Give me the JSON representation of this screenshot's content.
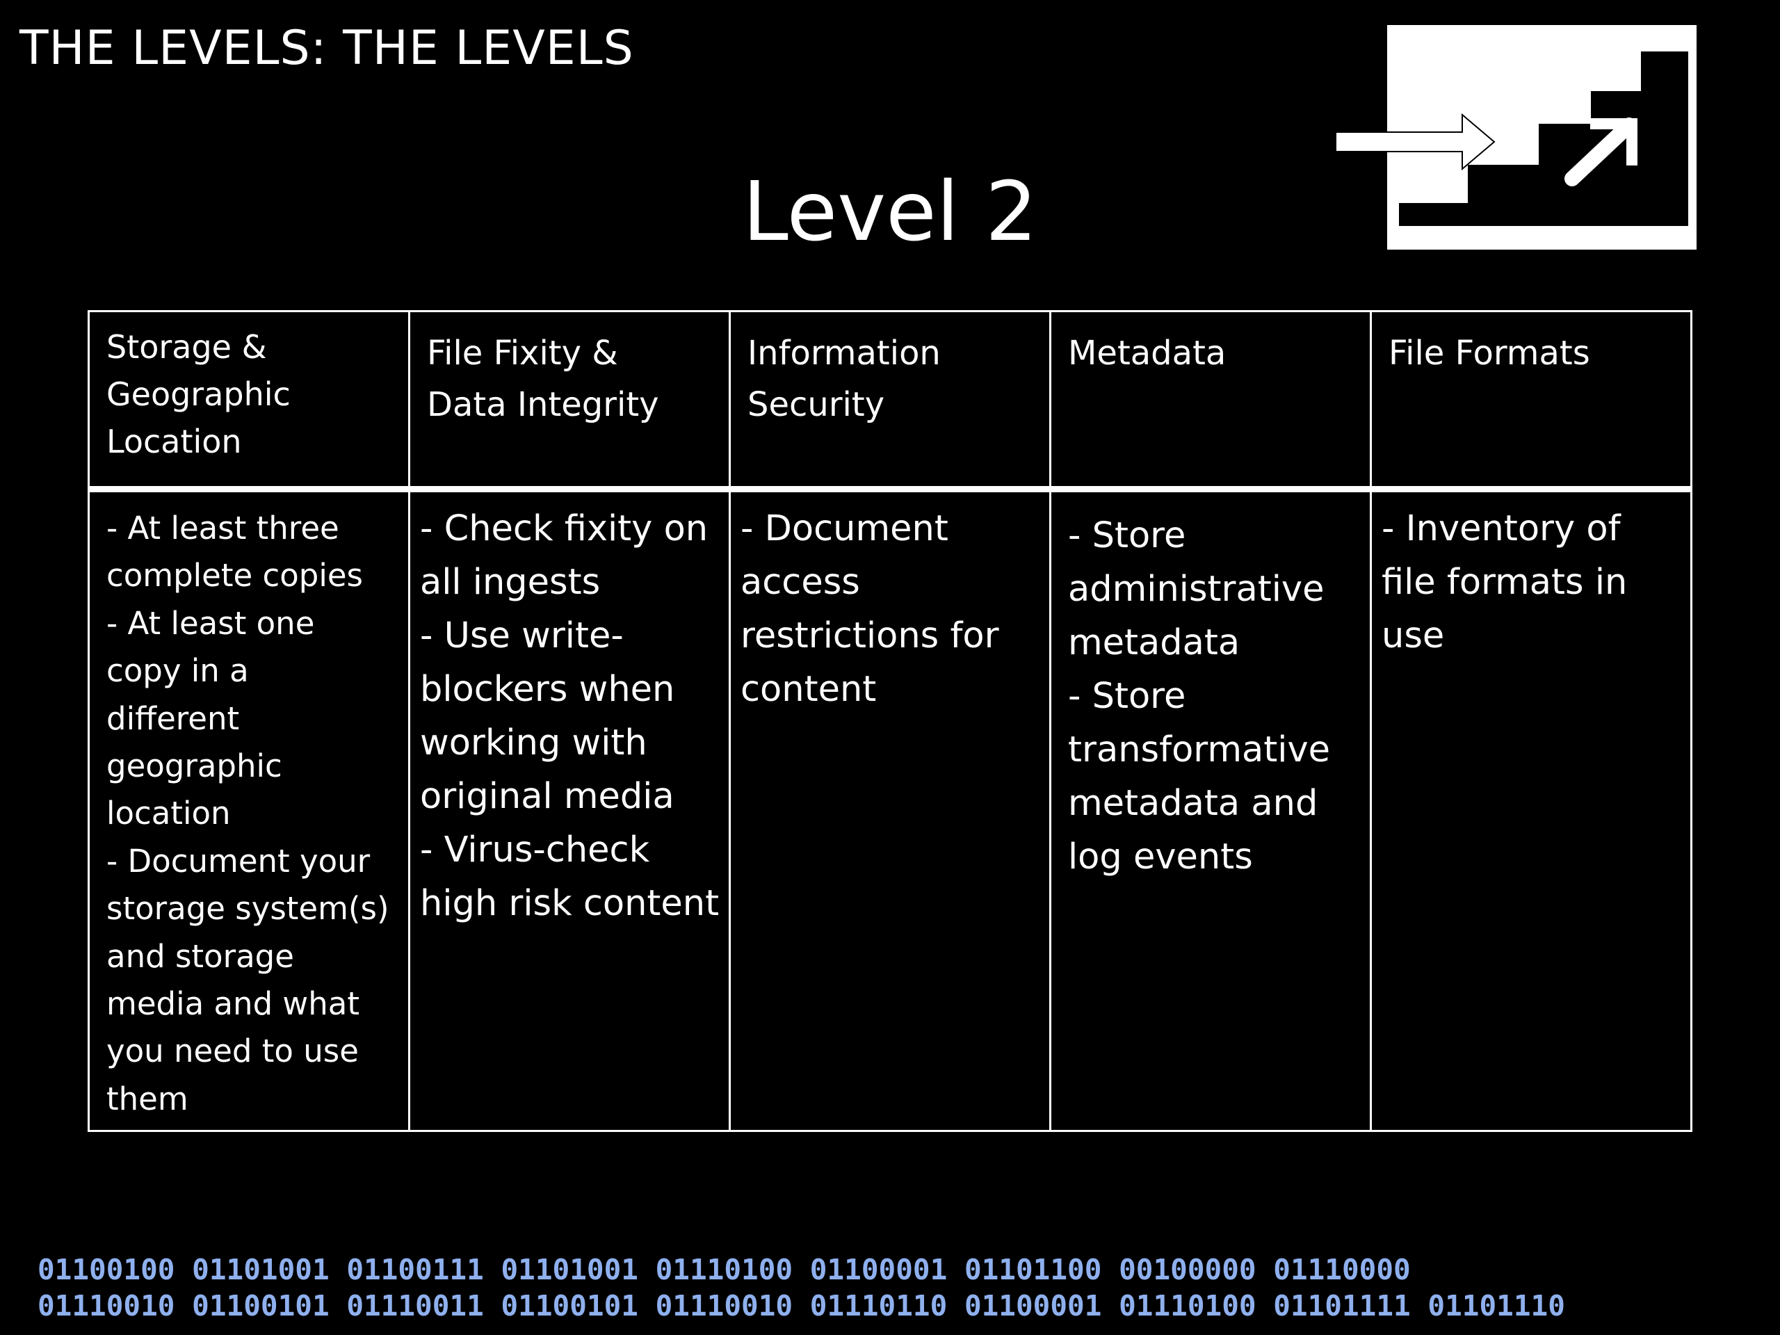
{
  "header": {
    "title": "THE LEVELS: THE LEVELS"
  },
  "logo": {
    "icon": "stairs-arrow-icon"
  },
  "slide": {
    "title": "Level 2"
  },
  "table": {
    "headers": [
      [
        "Storage &",
        "Geographic",
        "Location"
      ],
      [
        "File Fixity &",
        "Data Integrity"
      ],
      [
        "Information",
        "Security"
      ],
      [
        "Metadata"
      ],
      [
        "File Formats"
      ]
    ],
    "cells": [
      [
        "- At least three",
        "complete copies",
        "- At least one",
        "copy in a",
        "different",
        "geographic",
        "location",
        "- Document your",
        "storage system(s)",
        "and storage",
        "media and what",
        "you need to use",
        "them"
      ],
      [
        "- Check fixity on",
        "all ingests",
        "- Use write-",
        "blockers when",
        "working with",
        "original media",
        "- Virus-check",
        "high risk content"
      ],
      [
        "- Document",
        "access",
        "restrictions for",
        "content"
      ],
      [
        "- Store",
        "administrative",
        "metadata",
        "- Store",
        "transformative",
        "metadata and",
        "log events"
      ],
      [
        "- Inventory of",
        "file formats in",
        "use"
      ]
    ]
  },
  "footer": {
    "binary_line_1": "01100100 01101001 01100111 01101001 01110100 01100001 01101100 00100000 01110000",
    "binary_line_2": "01110010 01100101 01110011 01100101 01110010 01110110 01100001 01110100 01101111 01101110"
  }
}
